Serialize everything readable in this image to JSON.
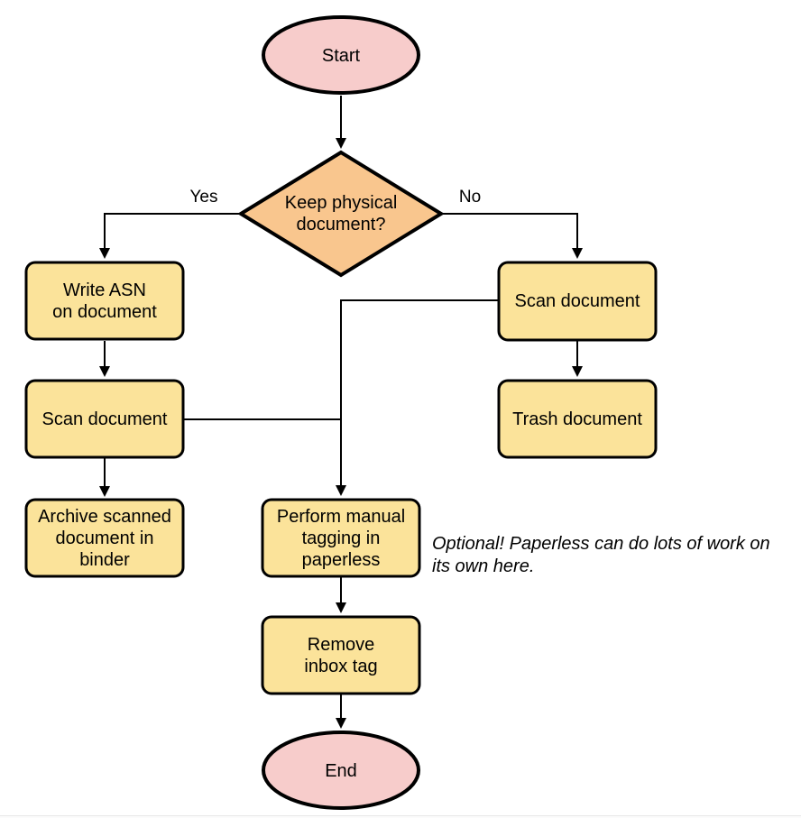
{
  "flowchart": {
    "nodes": {
      "start": "Start",
      "decision_keep_physical": "Keep physical\ndocument?",
      "write_asn": "Write ASN\non document",
      "scan_document_left": "Scan document",
      "archive_in_binder": "Archive scanned\ndocument in\nbinder",
      "scan_document_right": "Scan document",
      "trash_document": "Trash document",
      "manual_tagging": "Perform manual\ntagging in\npaperless",
      "remove_inbox_tag": "Remove\ninbox tag",
      "end": "End"
    },
    "edge_labels": {
      "yes": "Yes",
      "no": "No"
    },
    "annotation": "Optional! Paperless can do lots of work on\nits own here.",
    "colors": {
      "terminator_fill": "#F7CCCB",
      "decision_fill": "#F9C68E",
      "process_fill": "#FBE39A",
      "stroke": "#000000"
    }
  }
}
